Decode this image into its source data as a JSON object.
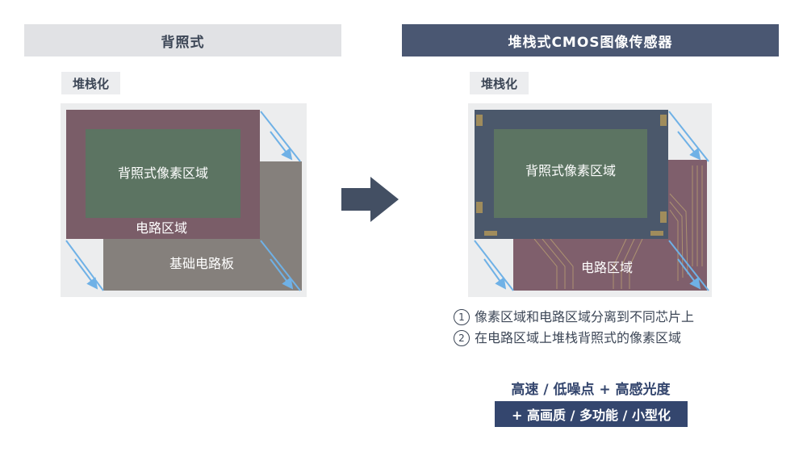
{
  "left": {
    "banner": "背照式",
    "tag": "堆栈化",
    "pixel_label": "背照式像素区域",
    "circuit_label": "电路区域",
    "board_label": "基础电路板"
  },
  "right": {
    "banner": "堆栈式CMOS图像传感器",
    "tag": "堆栈化",
    "pixel_label": "背照式像素区域",
    "circuit_label": "电路区域"
  },
  "notes": [
    {
      "num": "1",
      "text": "像素区域和电路区域分离到不同芯片上"
    },
    {
      "num": "2",
      "text": "在电路区域上堆栈背照式的像素区域"
    }
  ],
  "benefits": {
    "line1": "高速 / 低噪点 + 高感光度",
    "line2": "+ 高画质 / 多功能 / 小型化"
  },
  "colors": {
    "pixel_green": "#5c7462",
    "left_circuit_mauve": "#7a5d68",
    "board_gray": "#85807c",
    "right_frame_slate": "#4b586b",
    "right_lower_mauve": "#7f5f6c",
    "arrow_blue": "#6fb1e6",
    "banner_dark": "#4a5772",
    "benefit_navy": "#34466e"
  }
}
